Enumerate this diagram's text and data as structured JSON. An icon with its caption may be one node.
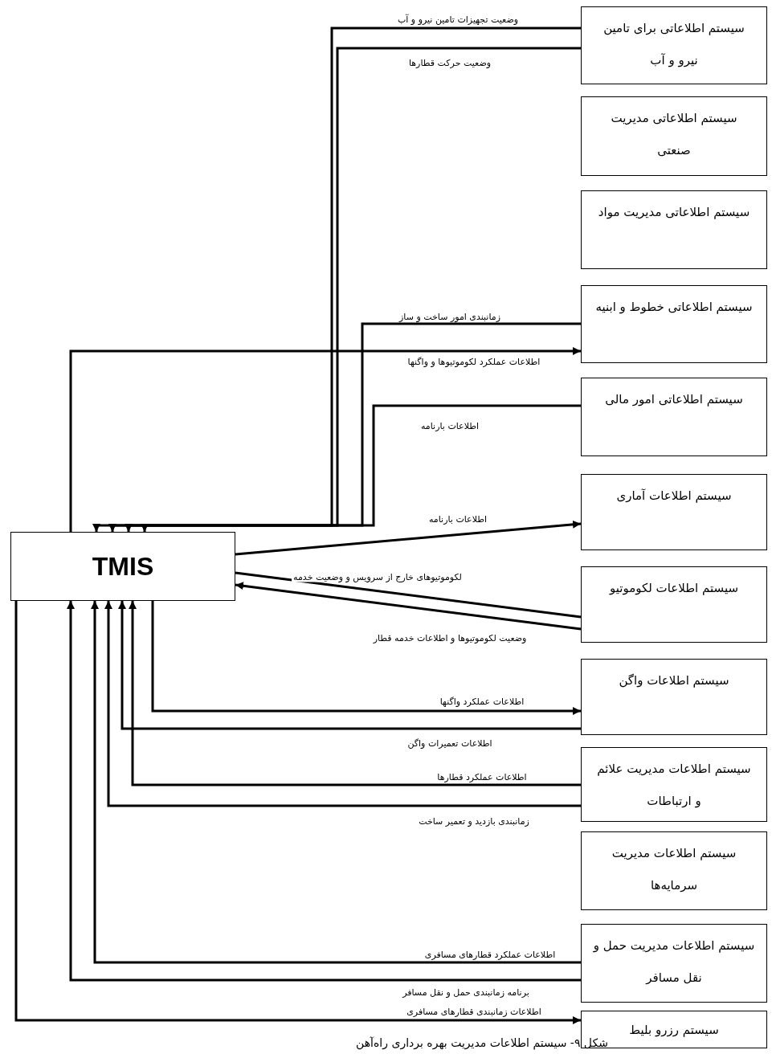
{
  "diagram": {
    "caption": "شکل ۹- سیستم اطلاعات مدیریت بهره برداری راه‌آهن",
    "nodes": [
      {
        "text": [
          "TMIS"
        ]
      },
      {
        "text": [
          "سیستم اطلاعاتی برای تامین نیرو و آب"
        ]
      },
      {
        "text": [
          "سیستم اطلاعاتی مدیریت صنعتی"
        ]
      },
      {
        "text": [
          "سیستم اطلاعاتی مدیریت مواد"
        ]
      },
      {
        "text": [
          "سیستم اطلاعاتی خطوط و ابنیه"
        ]
      },
      {
        "text": [
          "سیستم اطلاعاتی امور مالی"
        ]
      },
      {
        "text": [
          "سیستم اطلاعات آماری"
        ]
      },
      {
        "text": [
          "سیستم اطلاعات لکوموتیو"
        ]
      },
      {
        "text": [
          "سیستم اطلاعات واگن"
        ]
      },
      {
        "text": [
          "سیستم اطلاعات مدیریت علائم و ارتباطات"
        ]
      },
      {
        "text": [
          "سیستم اطلاعات مدیریت سرمایه‌ها"
        ]
      },
      {
        "text": [
          "سیستم اطلاعات مدیریت حمل و نقل مسافر"
        ]
      },
      {
        "text": [
          "سیستم رزرو بلیط"
        ]
      }
    ],
    "edges": [
      {
        "from": 1,
        "to": 0,
        "arrow": "to",
        "label": "وضعیت تجهیزات تامین نیرو و آب"
      },
      {
        "from": 1,
        "to": 0,
        "arrow": "to",
        "label": "وضعیت حرکت قطارها"
      },
      {
        "from": 4,
        "to": 0,
        "arrow": "to",
        "label": "زمانبندی امور ساخت و ساز"
      },
      {
        "from": 0,
        "to": 4,
        "arrow": "to",
        "label": "اطلاعات عملکرد لکوموتیوها و واگنها"
      },
      {
        "from": 5,
        "to": 0,
        "arrow": "to",
        "label": "اطلاعات بارنامه"
      },
      {
        "from": 0,
        "to": 6,
        "arrow": "to",
        "label": "اطلاعات بارنامه"
      },
      {
        "from": 7,
        "to": 0,
        "arrow": "none",
        "label": "لکوموتیوهای خارج از سرویس و وضعیت خدمه"
      },
      {
        "from": 7,
        "to": 0,
        "arrow": "to",
        "label": "وضعیت لکوموتیوها و اطلاعات خدمه قطار"
      },
      {
        "from": 0,
        "to": 8,
        "arrow": "to",
        "label": "اطلاعات عملکرد واگنها"
      },
      {
        "from": 8,
        "to": 0,
        "arrow": "to",
        "label": "اطلاعات تعمیرات واگن"
      },
      {
        "from": 9,
        "to": 0,
        "arrow": "to",
        "label": "اطلاعات عملکرد قطارها"
      },
      {
        "from": 9,
        "to": 0,
        "arrow": "to",
        "label": "زمانبندی بازدید و تعمیر ساخت"
      },
      {
        "from": 11,
        "to": 0,
        "arrow": "to",
        "label": "اطلاعات عملکرد قطارهای مسافری"
      },
      {
        "from": 11,
        "to": 0,
        "arrow": "to",
        "label": "برنامه زمانبندی حمل و نقل مسافر"
      },
      {
        "from": 0,
        "to": 12,
        "arrow": "to",
        "label": "اطلاعات زمانبندی قطارهای مسافری"
      }
    ]
  }
}
